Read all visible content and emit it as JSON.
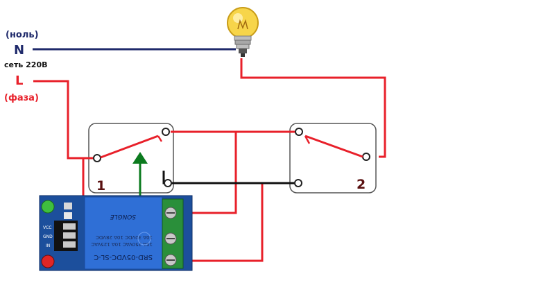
{
  "labels": {
    "neutral_note": "(ноль)",
    "neutral": "N",
    "network": "сеть 220В",
    "phase": "L",
    "phase_note": "(фаза)",
    "switch1": "1",
    "switch2": "2"
  },
  "relay": {
    "model": "SRD-05VDC-SL-C",
    "brand": "SONGLE",
    "rating_lines": [
      "10A 250VAC  10A 125VAC",
      "10A 30VDC  10A 28VDC"
    ],
    "pins": [
      "VCC",
      "GND",
      "IN"
    ]
  },
  "colors": {
    "neutral_wire": "#1f2a6b",
    "phase_wire": "#e8202a",
    "common_wire": "#111111",
    "control_arrow": "#0b7a1e",
    "label_red": "#e8202a",
    "label_blue": "#1f2a6b",
    "pcb": "#1c4f9c",
    "relay_body": "#2f6fd6"
  }
}
